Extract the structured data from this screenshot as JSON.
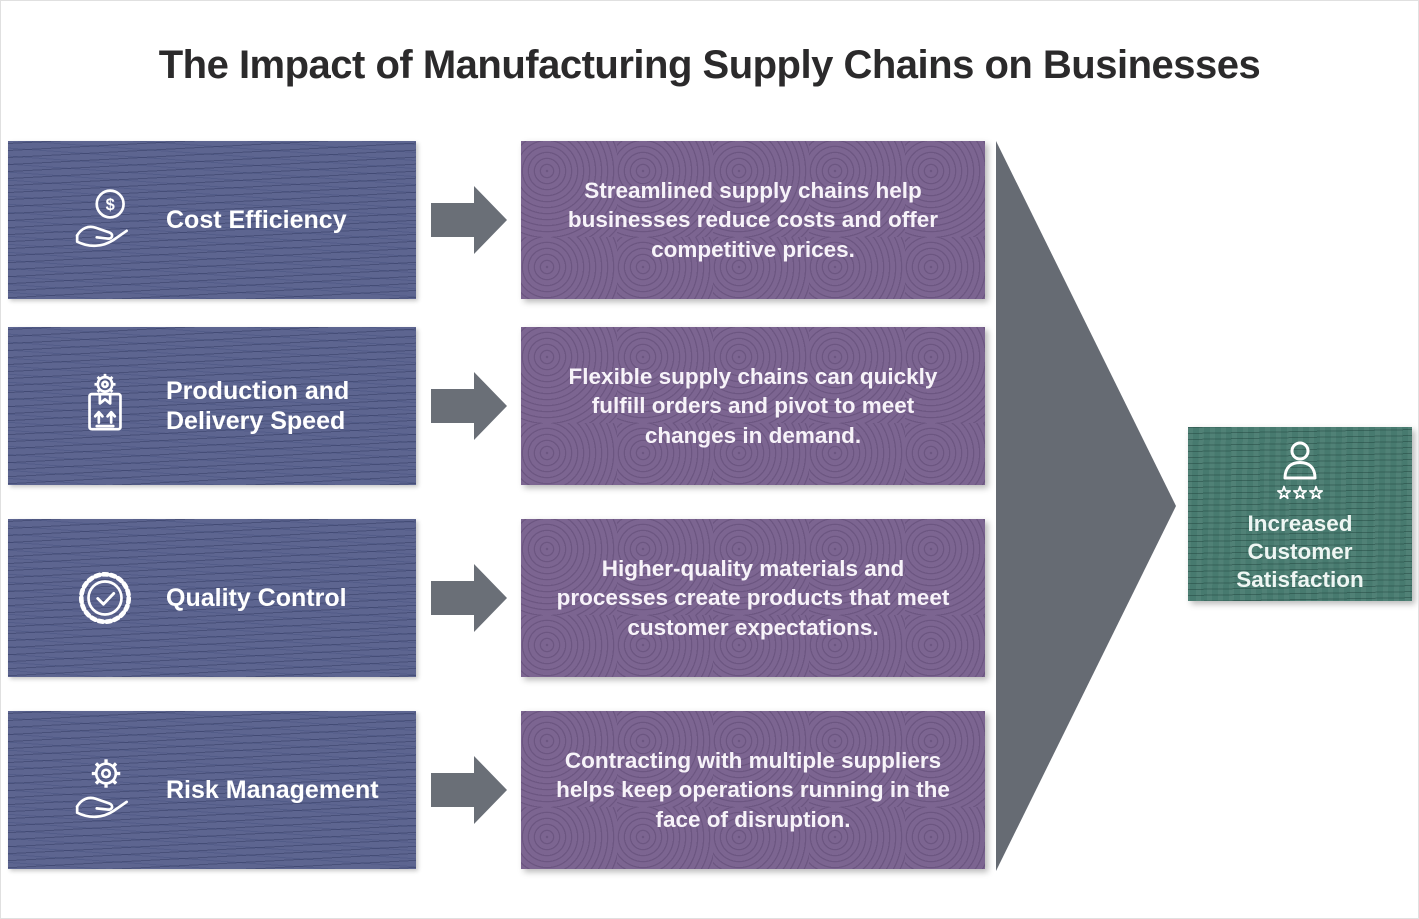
{
  "title": "The Impact of Manufacturing Supply Chains on Businesses",
  "factors": [
    {
      "label": "Cost Efficiency",
      "icon": "dollar-coin-hand-icon",
      "description": "Streamlined supply chains help businesses reduce costs and offer competitive prices."
    },
    {
      "label": "Production and Delivery Speed",
      "icon": "package-delivery-gear-icon",
      "description": "Flexible supply chains can quickly fulfill orders and pivot to meet changes in demand."
    },
    {
      "label": "Quality Control",
      "icon": "quality-badge-check-icon",
      "description": "Higher-quality materials and processes create products that meet customer expectations."
    },
    {
      "label": "Risk Management",
      "icon": "gear-in-hand-icon",
      "description": "Contracting with multiple suppliers helps keep operations running in the face of disruption."
    }
  ],
  "outcome": {
    "label": "Increased Customer Satisfaction",
    "icon": "customer-rating-stars-icon"
  },
  "colors": {
    "factor_box": "#5d6590",
    "description_box": "#7c6591",
    "arrow": "#6a6f77",
    "funnel_arrow": "#666b73",
    "outcome_box": "#477a6f",
    "title_text": "#2b2a2b",
    "box_text": "#ffffff"
  }
}
